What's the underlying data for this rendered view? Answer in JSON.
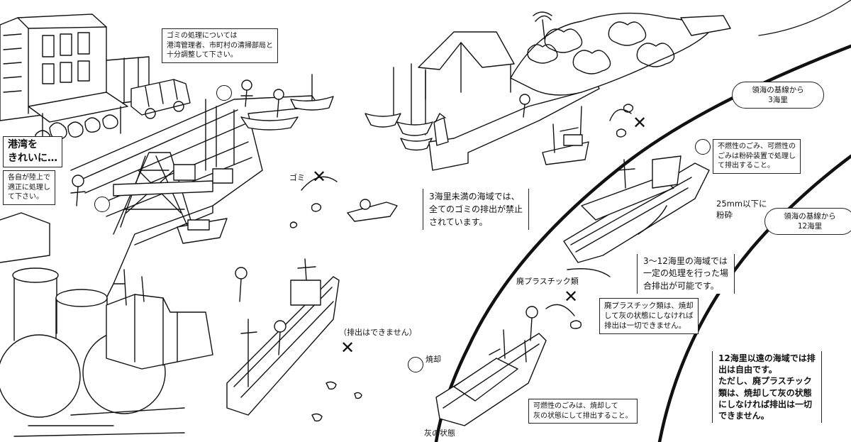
{
  "colors": {
    "ink": "#111111",
    "paper": "#ffffff"
  },
  "labels": {
    "garbage_coordination": "ゴミの処理については\n港湾管理者、市町村の清掃部局と\n十分調整して下さい。",
    "keep_port_clean": "港湾を\nきれいに…",
    "dispose_on_land": "各自が陸上で\n適正に処理し\nて下さい。",
    "gomi": "ゴミ",
    "under_3nm": "3海里未満の海域では、\n全てのゴミの排出が禁止\nされています。",
    "baseline_3nm": "領海の基線から\n3海里",
    "noncombustible": "不燃性のごみ、可燃性の\nごみは粉砕装置で処理し\nて排出すること。",
    "crush_size": "25mm以下に\n粉砕",
    "baseline_12nm": "領海の基線から\n12海里",
    "between_3_12": "3～12海里の海域では\n一定の処理を行った場\n合排出が可能です。",
    "waste_plastic": "廃プラスチック類",
    "plastic_rule": "廃プラスチック類は、焼却\nして灰の状態にしなければ\n排出は一切できません。",
    "no_discharge": "（排出はできません）",
    "incineration": "焼却",
    "combustible_ash": "可燃性のごみは、焼却して\n灰の状態にして排出すること。",
    "ash_state": "灰の状態",
    "beyond_12nm": "12海里以遠の海域では排\n出は自由です。\nただし、廃プラスチック\n類は、焼却して灰の状態\nにしなければ排出は一切\nできません。"
  },
  "marks": {
    "ok": "",
    "ng": "✕"
  }
}
